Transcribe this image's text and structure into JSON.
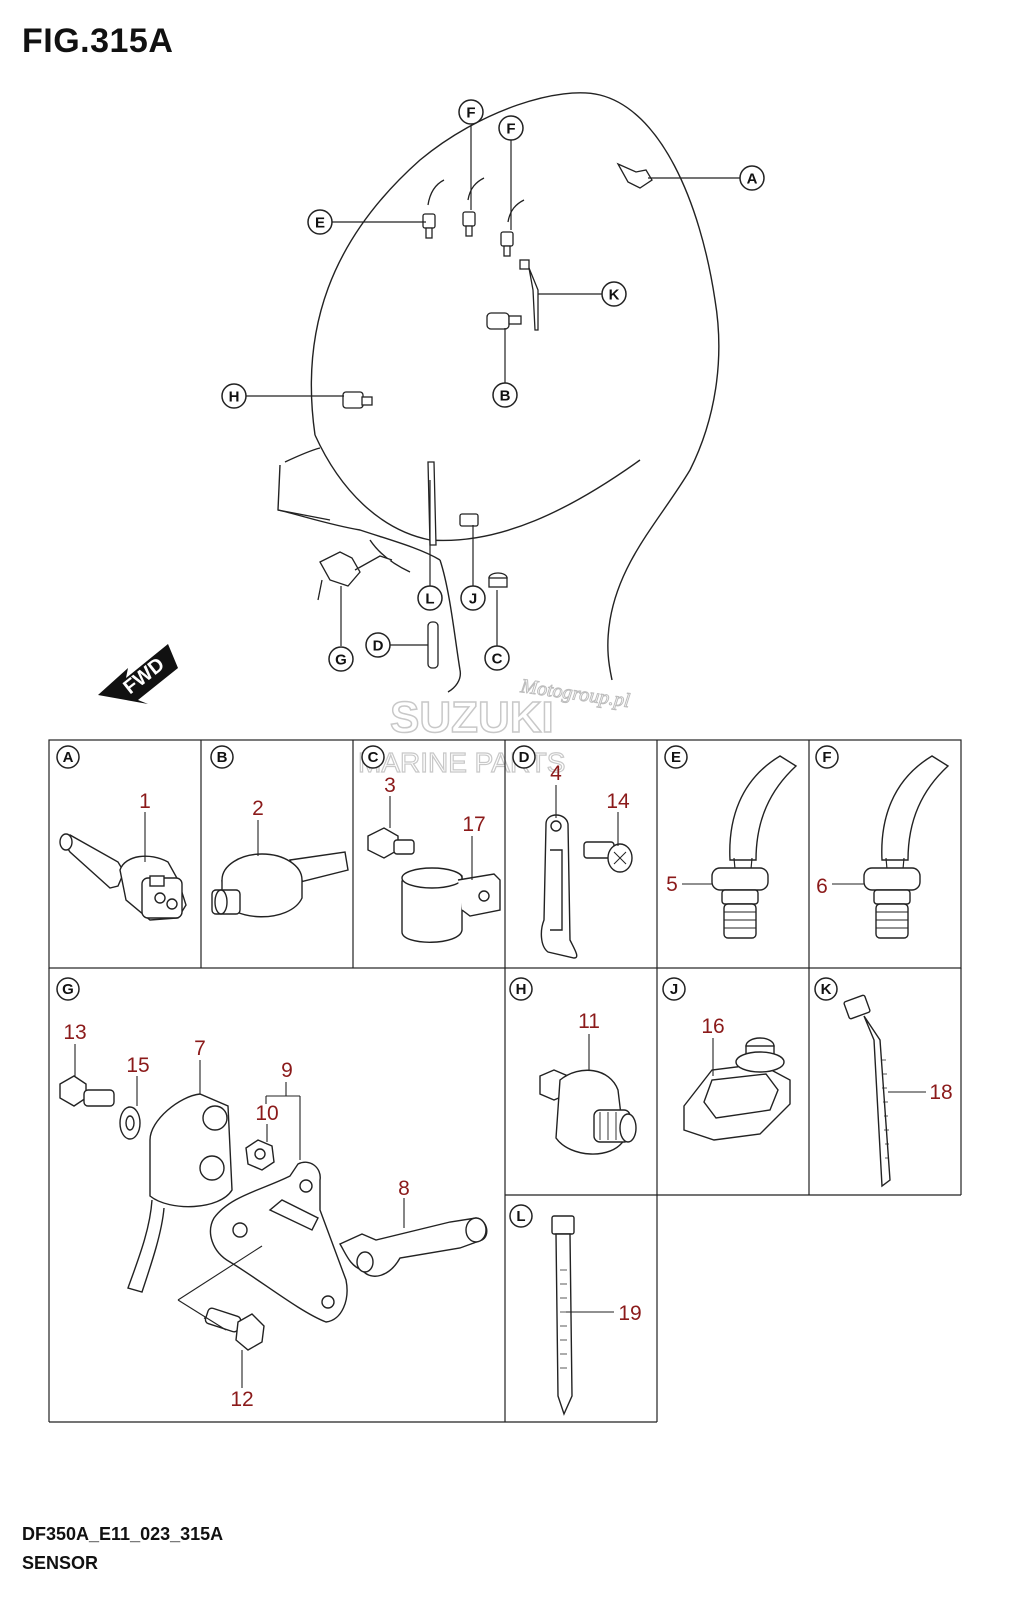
{
  "figure": {
    "title": "FIG.315A",
    "code": "DF350A_E11_023_315A",
    "name": "SENSOR"
  },
  "direction_label": "FWD",
  "watermark": {
    "brand": "SUZUKI",
    "subtitle": "MARINE PARTS",
    "handle": "Motogroup.pl"
  },
  "overview_callouts": [
    "A",
    "B",
    "C",
    "D",
    "E",
    "F",
    "F",
    "G",
    "H",
    "J",
    "K",
    "L"
  ],
  "panels": [
    {
      "letter": "A",
      "parts": [
        "1"
      ]
    },
    {
      "letter": "B",
      "parts": [
        "2"
      ]
    },
    {
      "letter": "C",
      "parts": [
        "3",
        "17"
      ]
    },
    {
      "letter": "D",
      "parts": [
        "4",
        "14"
      ]
    },
    {
      "letter": "E",
      "parts": [
        "5"
      ]
    },
    {
      "letter": "F",
      "parts": [
        "6"
      ]
    },
    {
      "letter": "G",
      "parts": [
        "13",
        "15",
        "7",
        "9",
        "10",
        "8",
        "12"
      ]
    },
    {
      "letter": "H",
      "parts": [
        "11"
      ]
    },
    {
      "letter": "J",
      "parts": [
        "16"
      ]
    },
    {
      "letter": "K",
      "parts": [
        "18"
      ]
    },
    {
      "letter": "L",
      "parts": [
        "19"
      ]
    }
  ]
}
